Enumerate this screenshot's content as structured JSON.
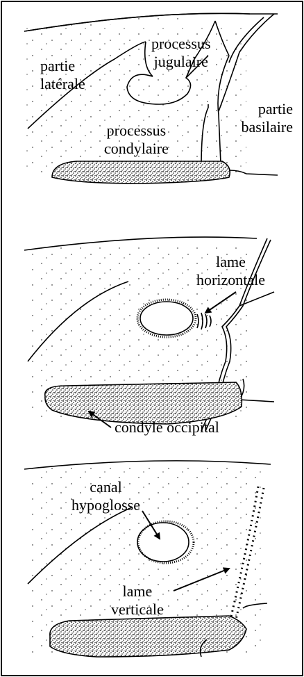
{
  "colors": {
    "ink": "#000000",
    "background": "#ffffff",
    "shading": "#8a8a8a"
  },
  "panels": [
    {
      "labels": {
        "processus_jugulaire": [
          "processus",
          "jugulaire"
        ],
        "partie_laterale": [
          "partie",
          "latérale"
        ],
        "partie_basilaire": [
          "partie",
          "basilaire"
        ],
        "processus_condylaire": [
          "processus",
          "condylaire"
        ]
      }
    },
    {
      "labels": {
        "lame_horizontale": [
          "lame",
          "horizontale"
        ],
        "condyle_occipital": "condyle occipital"
      }
    },
    {
      "labels": {
        "canal_hypoglosse": [
          "canal",
          "hypoglosse"
        ],
        "lame_verticale": [
          "lame",
          "verticale"
        ]
      }
    }
  ]
}
